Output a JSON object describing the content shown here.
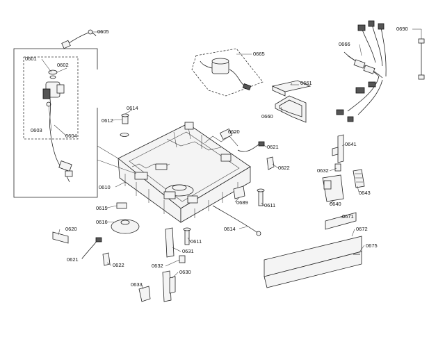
{
  "labels": {
    "p0605": "0605",
    "p0601": "0601",
    "p0602": "0602",
    "p0603": "0603",
    "p0604": "0604",
    "p0665": "0665",
    "p0666": "0666",
    "p0690": "0690",
    "p0661": "0661",
    "p0660": "0660",
    "p0614a": "0614",
    "p0612": "0612",
    "p0620a": "0620",
    "p0621a": "0621",
    "p0622a": "0622",
    "p0641": "0641",
    "p0632a": "0632",
    "p0643": "0643",
    "p0640": "0640",
    "p0610": "0610",
    "p0689": "0689",
    "p0611a": "0611",
    "p0615": "0615",
    "p0616": "0616",
    "p0614b": "0614",
    "p0671": "0671",
    "p0672": "0672",
    "p0620b": "0620",
    "p0611b": "0611",
    "p0631": "0631",
    "p0621b": "0621",
    "p0622b": "0622",
    "p0632b": "0632",
    "p0630": "0630",
    "p0675": "0675",
    "p0633": "0633"
  }
}
